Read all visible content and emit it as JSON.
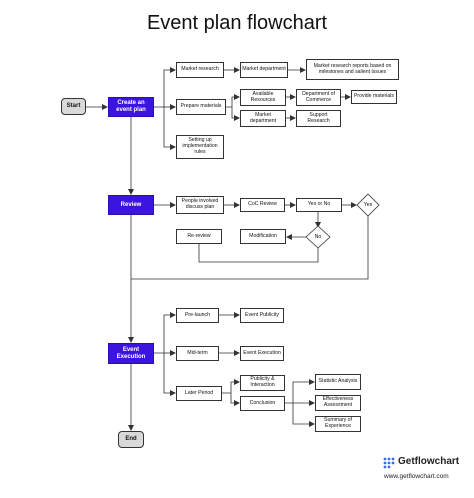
{
  "title": "Event plan flowchart",
  "nodes": {
    "start": "Start",
    "create_plan": "Create an event plan",
    "market_research": "Market research",
    "market_department": "Market department",
    "market_reports": "Market research reports based on milestones and salient issues",
    "prepare_materials": "Prepare materials",
    "available_resources": "Available Resources",
    "dept_commerce": "Department of Commerce",
    "provide_materials": "Provide materials",
    "market_department_2": "Market department",
    "support_research": "Support Research",
    "setting_rules": "Setting up implementation rules",
    "review": "Review",
    "people_involved": "People involved discuss plan",
    "coc_review": "CoC Review",
    "yes_or_no": "Yes or No",
    "yes": "Yes",
    "no": "No",
    "re_review": "Re-review",
    "modification": "Modification",
    "event_execution": "Event Execution",
    "pre_launch": "Pre-launch",
    "event_publicity": "Event Publicity",
    "mid_term": "Mid-term",
    "event_execution_2": "Event Execution",
    "later_period": "Later Period",
    "publicity_interaction": "Publicity & Interaction",
    "conclusion": "Conclusion",
    "statistic_analysis": "Statistic Analysis",
    "effectiveness_assessment": "Effectiveness Assessment",
    "summary_experience": "Summary of Experience",
    "end": "End"
  },
  "logo": {
    "name": "Getflowchart",
    "url": "www.getflowchart.com"
  },
  "colors": {
    "primary": "#3b14e0",
    "terminal": "#d9d9d9",
    "line": "#333333"
  }
}
